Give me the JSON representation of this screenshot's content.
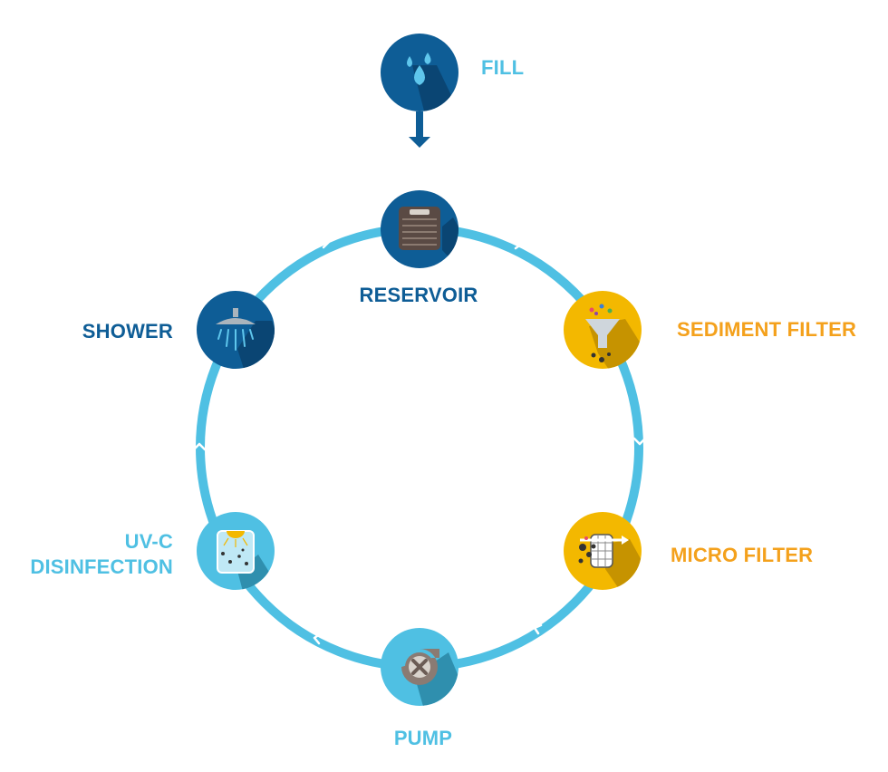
{
  "colors": {
    "dark_blue": "#0e5d96",
    "light_blue": "#4fc0e3",
    "yellow": "#f3b800",
    "orange_text": "#f4a11c",
    "shadow_dark": "#0a4573",
    "shadow_light": "#2f8fae",
    "shadow_yellow": "#c69300",
    "ring": "#4fc0e3"
  },
  "steps": {
    "fill": {
      "label": "FILL",
      "icon": "water-drops-icon"
    },
    "reservoir": {
      "label": "RESERVOIR",
      "icon": "reservoir-tank-icon"
    },
    "sediment": {
      "label": "SEDIMENT FILTER",
      "icon": "funnel-filter-icon"
    },
    "micro": {
      "label": "MICRO FILTER",
      "icon": "mesh-filter-icon"
    },
    "pump": {
      "label": "PUMP",
      "icon": "pump-impeller-icon"
    },
    "uvc": {
      "label_line1": "UV-C",
      "label_line2": "DISINFECTION",
      "icon": "uv-lamp-icon"
    },
    "shower": {
      "label": "SHOWER",
      "icon": "shower-head-icon"
    }
  }
}
